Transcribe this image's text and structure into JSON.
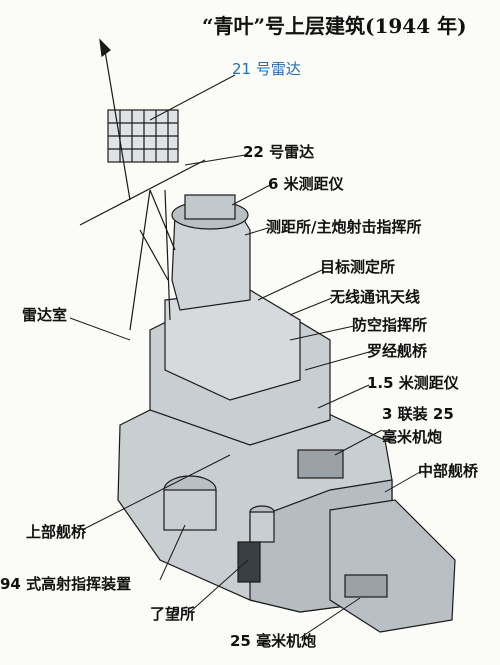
{
  "title": "“青叶”号上层建筑(1944 年)",
  "labels": {
    "radar21": "21 号雷达",
    "radar22": "22 号雷达",
    "rangefinder6m": "6 米测距仪",
    "fire_control": "测距所/主炮射击指挥所",
    "target_station": "目标测定所",
    "radio_antenna": "无线通讯天线",
    "aa_command": "防空指挥所",
    "compass_bridge": "罗经舰桥",
    "rangefinder15m": "1.5 米测距仪",
    "triple25_line1": "3 联装 25",
    "triple25_line2": "毫米机炮",
    "mid_bridge": "中部舰桥",
    "radar_room": "雷达室",
    "upper_bridge": "上部舰桥",
    "type94": "94 式高射指挥装置",
    "lookout": "了望所",
    "gun25": "25 毫米机炮"
  },
  "colors": {
    "hull": "#c9ced2",
    "hull_dark": "#8f969b",
    "line": "#1a1a1a",
    "label_blue": "#1f6fb2"
  }
}
